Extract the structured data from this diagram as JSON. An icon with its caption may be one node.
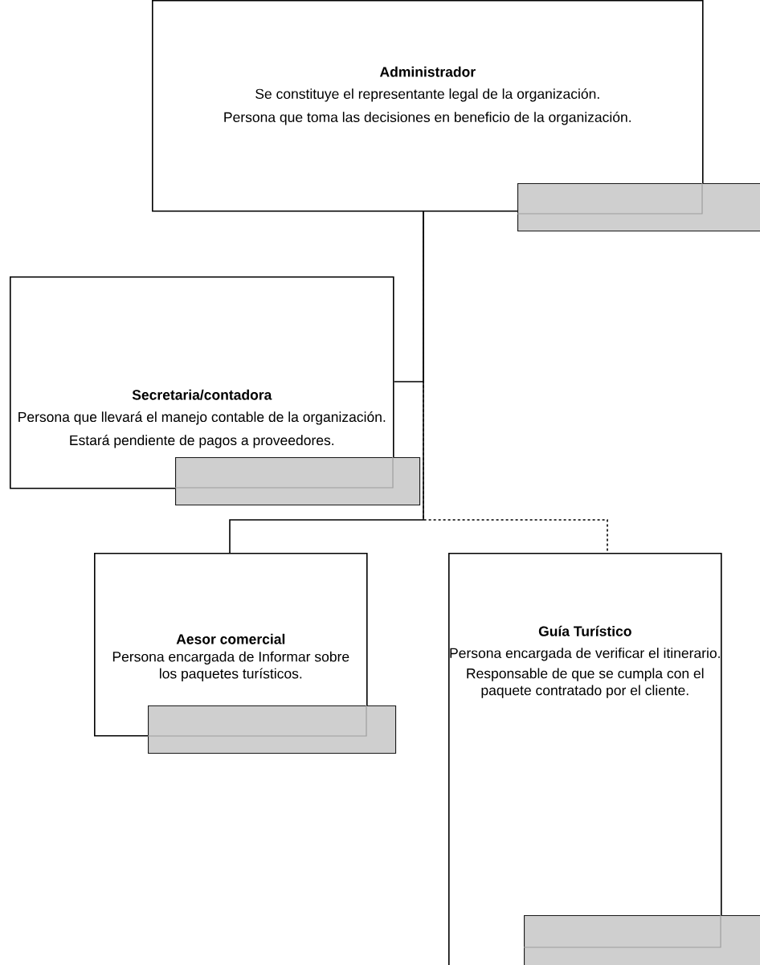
{
  "diagram": {
    "nodes": [
      {
        "text": [
          "Administrador",
          "Se constituye el representante legal de la organización.",
          "Persona que toma las decisiones en beneficio de la organización."
        ]
      },
      {
        "text": [],
        "shape": "box"
      },
      {
        "text": [
          "Secretaria/contadora",
          "Persona que llevará el manejo contable de la organización.",
          "Estará pendiente de pagos a proveedores."
        ]
      },
      {
        "text": [],
        "shape": "box"
      },
      {
        "text": [
          "Aesor comercial",
          "Persona encargada de Informar sobre los paquetes turísticos."
        ]
      },
      {
        "text": [],
        "shape": "box"
      },
      {
        "text": [
          "Guía Turístico",
          "Persona encargada de verificar el itinerario.",
          "Responsable de que se cumpla con el paquete contratado por el cliente."
        ]
      },
      {
        "text": [],
        "shape": "box"
      }
    ],
    "edges": [
      {
        "from": 0,
        "to": 2,
        "arrow": "none"
      },
      {
        "from": 0,
        "to": 4,
        "arrow": "none"
      },
      {
        "from": 0,
        "to": 6,
        "arrow": "none",
        "style": "dashed"
      }
    ]
  }
}
